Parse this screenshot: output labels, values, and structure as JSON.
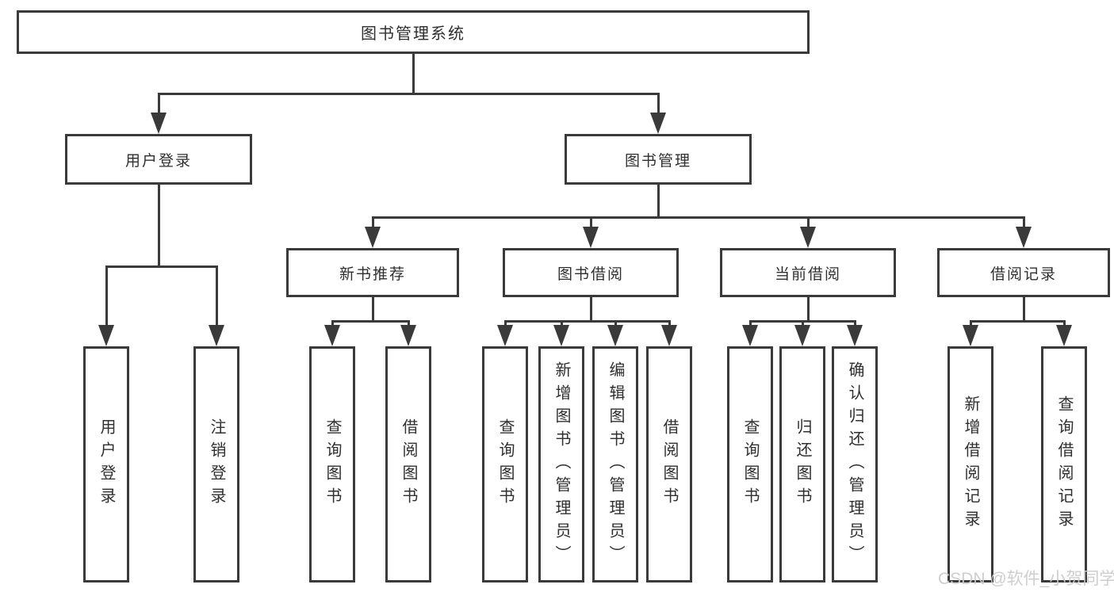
{
  "diagram": {
    "root": {
      "label": "图书管理系统"
    },
    "level2": {
      "user_login": {
        "label": "用户登录"
      },
      "book_mgmt": {
        "label": "图书管理"
      }
    },
    "level3": {
      "new_book_rec": {
        "label": "新书推荐"
      },
      "book_borrow": {
        "label": "图书借阅"
      },
      "current_borrow": {
        "label": "当前借阅"
      },
      "borrow_records": {
        "label": "借阅记录"
      }
    },
    "leaves": {
      "user_login_login": {
        "label": "用户登录"
      },
      "user_login_logout": {
        "label": "注销登录"
      },
      "newbook_query": {
        "label": "查询图书"
      },
      "newbook_borrow": {
        "label": "借阅图书"
      },
      "borrow_query": {
        "label": "查询图书"
      },
      "borrow_add": {
        "label": "新增图书（管理员）"
      },
      "borrow_edit": {
        "label": "编辑图书（管理员）"
      },
      "borrow_borrow": {
        "label": "借阅图书"
      },
      "current_query": {
        "label": "查询图书"
      },
      "current_return": {
        "label": "归还图书"
      },
      "current_confirm": {
        "label": "确认归还（管理员）"
      },
      "records_add": {
        "label": "新增借阅记录"
      },
      "records_query": {
        "label": "查询借阅记录"
      }
    },
    "watermark": "CSDN @软件_小贺同学",
    "colors": {
      "line": "#3a3a3a",
      "text": "#2f2f2f",
      "watermark": "#cbcbcb"
    }
  }
}
